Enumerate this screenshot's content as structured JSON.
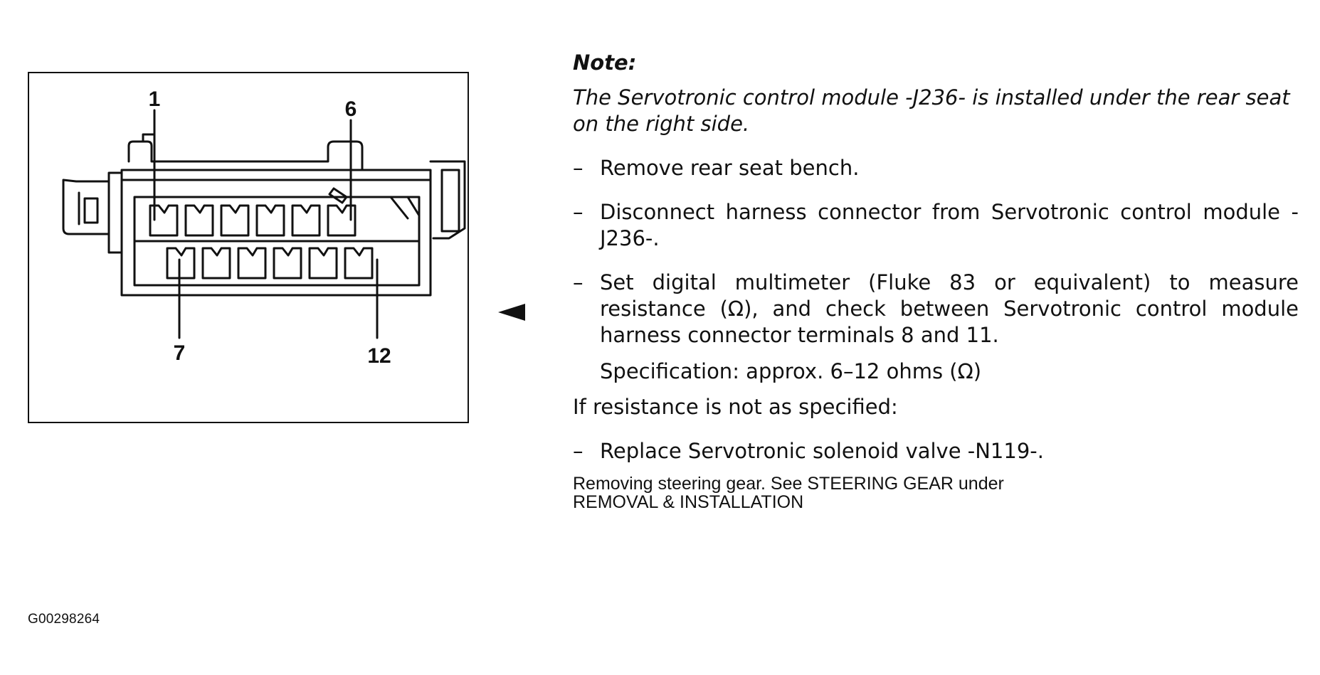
{
  "diagram": {
    "pin_labels": {
      "top_left": "1",
      "top_right": "6",
      "bottom_left": "7",
      "bottom_right": "12"
    },
    "figure_id": "G00298264"
  },
  "instructions": {
    "note_heading": "Note:",
    "note_body": "The Servotronic control module -J236- is installed under the rear seat on the right side.",
    "bullet": "–",
    "steps": [
      "Remove rear seat bench.",
      "Disconnect harness connector from Servotronic control module -J236-.",
      "Set digital multimeter (Fluke 83 or equivalent) to measure resistance (Ω), and check between Servotronic control module harness connector terminals 8 and 11."
    ],
    "specification": "Specification:  approx. 6–12 ohms (Ω)",
    "condition": "If resistance is not as specified:",
    "final_step": "Replace Servotronic solenoid valve -N119-.",
    "reference_line1": "Removing steering gear.  See STEERING GEAR under",
    "reference_line2": "REMOVAL & INSTALLATION"
  }
}
